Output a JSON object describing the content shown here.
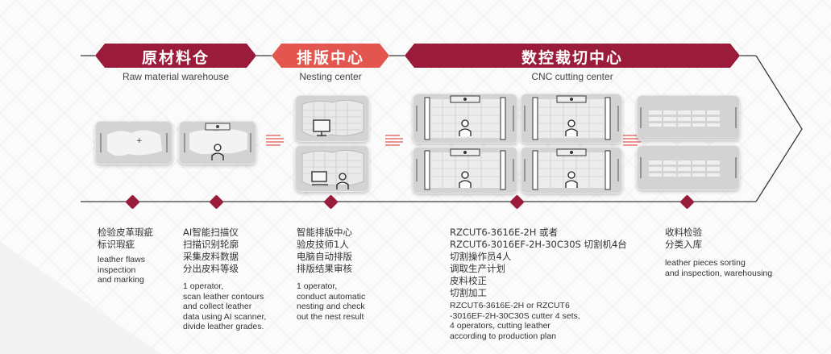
{
  "stages": [
    {
      "title": "原材料仓",
      "subtitle": "Raw material warehouse"
    },
    {
      "title": "排版中心",
      "subtitle": "Nesting center"
    },
    {
      "title": "数控裁切中心",
      "subtitle": "CNC cutting center"
    }
  ],
  "steps": [
    {
      "zh": [
        "检验皮革瑕疵",
        "标识瑕疵"
      ],
      "en": [
        "leather flaws",
        "inspection",
        "and marking"
      ]
    },
    {
      "zh": [
        "AI智能扫描仪",
        "扫描识别轮廓",
        "采集皮料数据",
        "分出皮料等级"
      ],
      "en": [
        "1 operator,",
        "scan leather contours",
        "and collect leather",
        "data using AI scanner,",
        "divide leather grades."
      ]
    },
    {
      "zh": [
        "智能排版中心",
        "验皮技师1人",
        "电脑自动排版",
        "排版结果审核"
      ],
      "en": [
        "1 operator,",
        "conduct automatic",
        "nesting and check",
        "out the nest result"
      ]
    },
    {
      "zh": [
        "RZCUT6-3616E-2H 或者",
        "RZCUT6-3016EF-2H-30C30S 切割机4台",
        "切割操作员4人",
        "调取生产计划",
        "皮料校正",
        "切割加工"
      ],
      "en": [
        "RZCUT6-3616E-2H  or  RZCUT6",
        "-3016EF-2H-30C30S cutter 4 sets,",
        "4 operators, cutting leather",
        "according to production plan"
      ]
    },
    {
      "zh": [
        "收料检验",
        "分类入库"
      ],
      "en": [
        "leather pieces sorting",
        "and inspection, warehousing"
      ]
    }
  ],
  "colors": {
    "dark_red": "#9b1c3a",
    "light_red": "#e2564f",
    "panel_gray": "#d3d3d3",
    "line": "#3a3a3a"
  }
}
